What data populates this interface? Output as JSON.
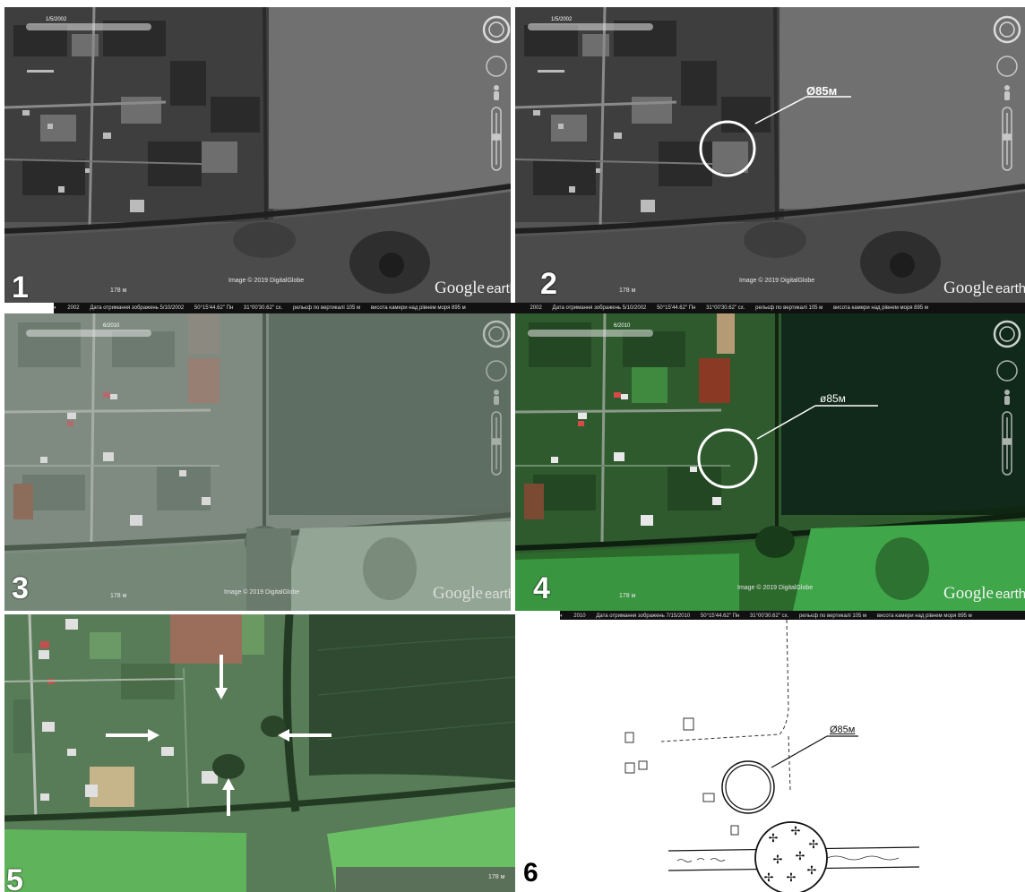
{
  "panels": [
    {
      "number": "1",
      "credit": "Image © 2019 DigitalGlobe",
      "scale": "178 м",
      "brand": "Google",
      "brand_suffix": "earth",
      "slider": "1/5/2002"
    },
    {
      "number": "2",
      "credit": "Image © 2019 DigitalGlobe",
      "scale": "178 м",
      "brand": "Google",
      "brand_suffix": "earth",
      "slider": "1/5/2002",
      "dimension": "Ø85м"
    },
    {
      "number": "3",
      "credit": "Image © 2019 DigitalGlobe",
      "scale": "178 м",
      "brand": "Google",
      "brand_suffix": "earth",
      "slider": "6/2010"
    },
    {
      "number": "4",
      "credit": "Image © 2019 DigitalGlobe",
      "scale": "178 м",
      "brand": "Google",
      "brand_suffix": "earth",
      "slider": "6/2010",
      "dimension": "ø85м"
    },
    {
      "number": "5",
      "scale": "178 м"
    },
    {
      "number": "6",
      "dimension": "Ø85м"
    }
  ],
  "status_bar_top": {
    "year": "2002",
    "date": "Дата отримання зображень 5/10/2002",
    "lat": "50°15'44.62\" Пн",
    "lon": "31°00'30.62\" сх.",
    "relief": "рельєф по вертикалі  105 м",
    "camera": "висота камери над рівнем моря  895 м"
  },
  "status_bar_bottom": {
    "year": "2010",
    "date": "Дата отримання зображень 7/15/2010",
    "lat": "50°15'44.62\" Пн",
    "lon": "31°00'30.62\" сх.",
    "relief": "рельєф по вертикалі  105 м",
    "camera": "висота камери над рівнем моря  895 м"
  },
  "icons": [
    "navigation-ring-icon",
    "look-joystick-icon",
    "street-view-person-icon",
    "zoom-slider-icon",
    "arrow-icon"
  ],
  "colors": {
    "bw_field": "#5a5a5a",
    "bw_dark": "#2c2c2c",
    "bw_light": "#7d7d7d",
    "p3_field": "#5e6c61",
    "p3_land": "#7f8b81",
    "p3_pale": "#93a595",
    "p4_field": "#0f2712",
    "p4_land": "#2f5a2e",
    "p4_bright": "#3fa74a",
    "p5_field": "#2f4a30",
    "p5_land": "#587c57",
    "p5_bright": "#6abf64"
  }
}
